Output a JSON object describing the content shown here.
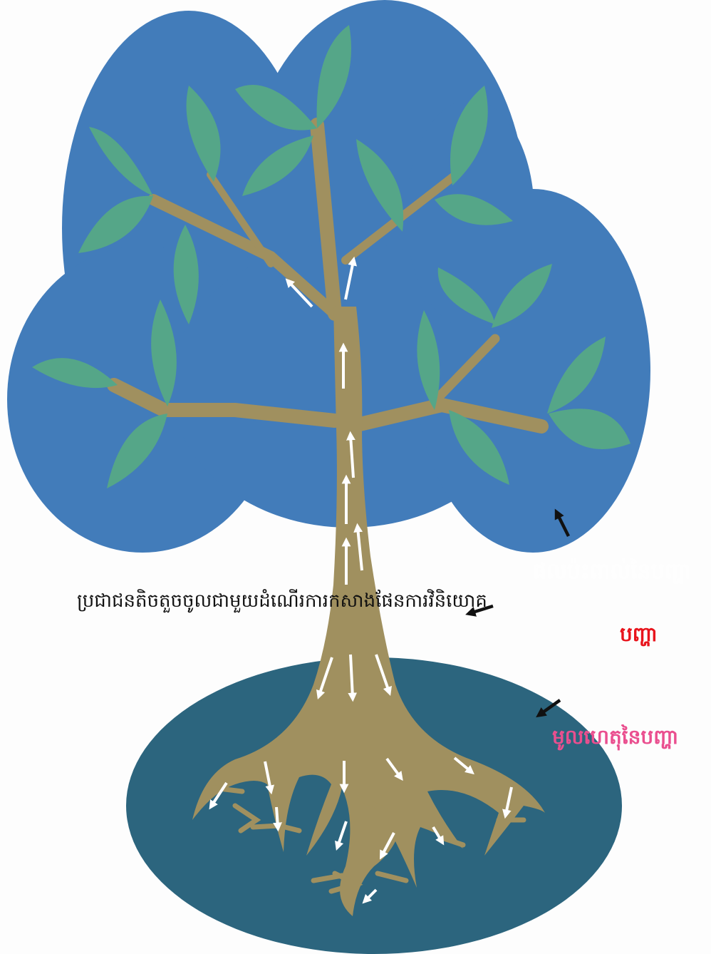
{
  "labels": {
    "effects": "ផលប៉ះពាល់នៃបញ្ហា",
    "main_statement": "ប្រជាជនតិចតួចចូលជាមួយដំណើរការកសាងផែនការវិនិយោគ",
    "problem": "បញ្ហា",
    "root_causes": "មូលហេតុនៃបញ្ហា"
  },
  "colors": {
    "canopy": "#427cba",
    "leaf": "#55a688",
    "trunk": "#a0905f",
    "ground": "#2c657e",
    "arrow_flow": "#ffffff",
    "pointer_arrow": "#111111",
    "problem_text": "#e8141c",
    "causes_text": "#ea4f8f"
  },
  "icons": {
    "flow_arrow": "white-arrow-icon",
    "pointer": "black-arrow-icon"
  }
}
